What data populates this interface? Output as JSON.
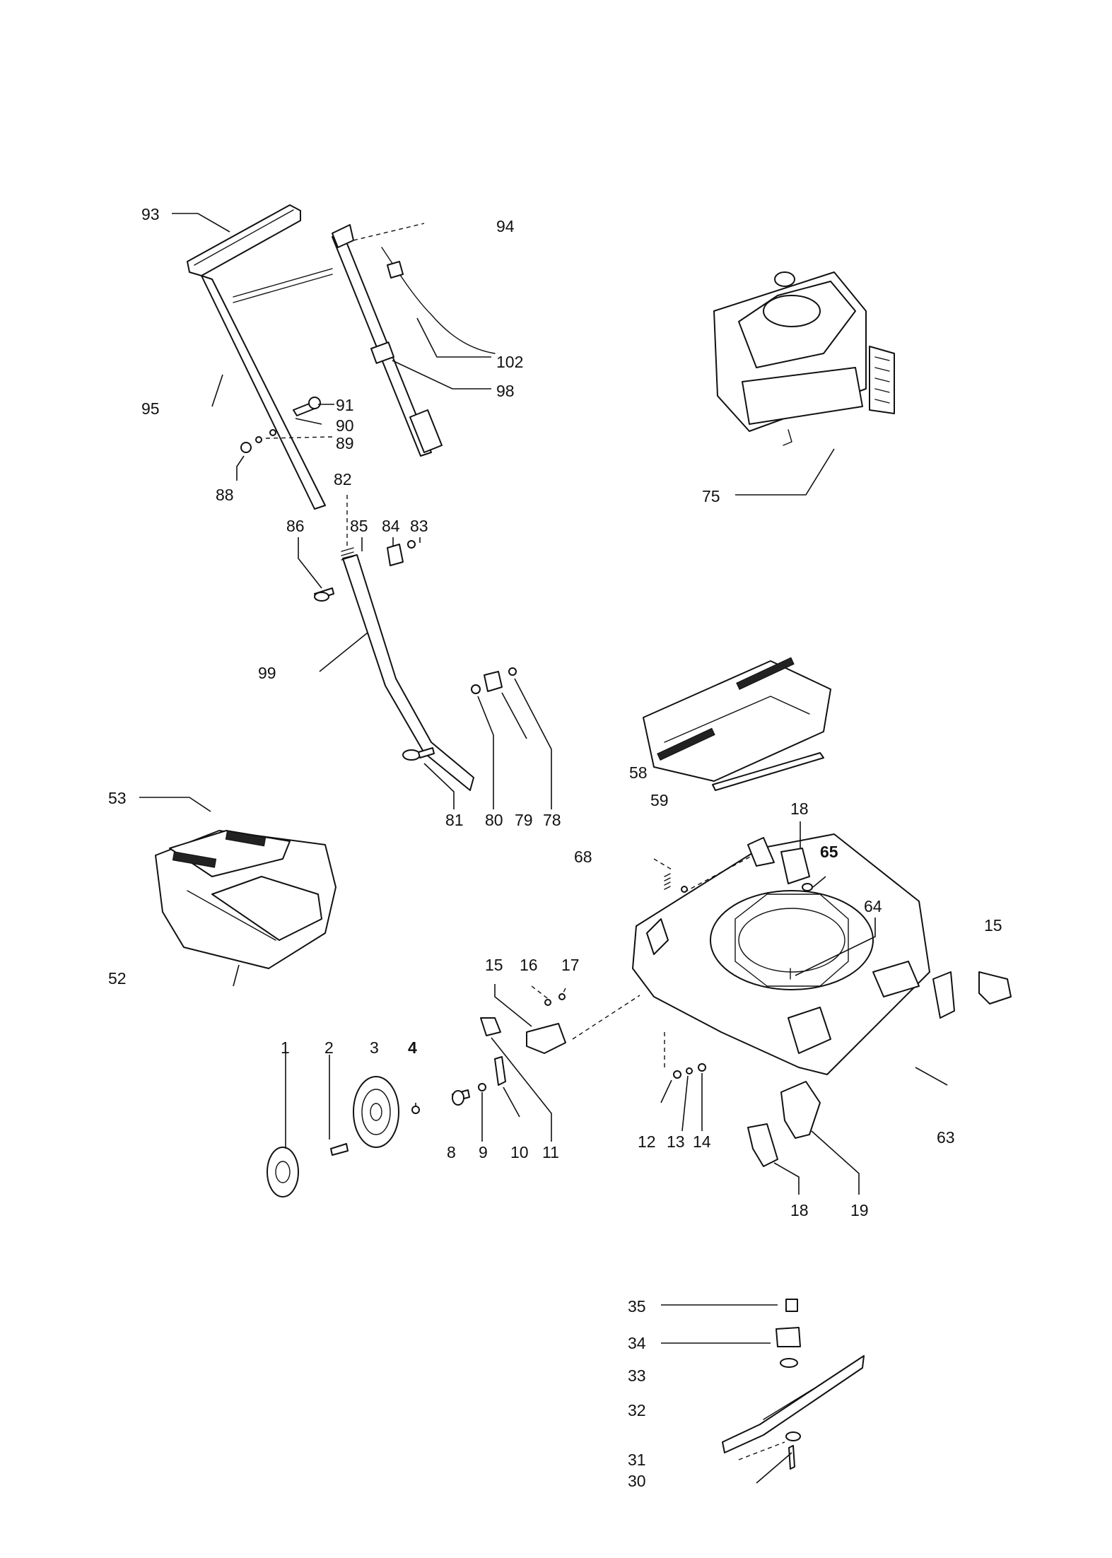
{
  "diagram": {
    "callouts": [
      "93",
      "94",
      "102",
      "98",
      "95",
      "91",
      "90",
      "89",
      "88",
      "82",
      "86",
      "85",
      "84",
      "83",
      "99",
      "81",
      "80",
      "79",
      "78",
      "75",
      "58",
      "59",
      "18",
      "65",
      "68",
      "64",
      "15",
      "53",
      "52",
      "16",
      "17",
      "1",
      "2",
      "3",
      "4",
      "8",
      "9",
      "10",
      "11",
      "12",
      "13",
      "14",
      "63",
      "19",
      "35",
      "34",
      "33",
      "32",
      "31",
      "30"
    ],
    "bold_callouts": [
      "4",
      "65"
    ],
    "second_callouts": {
      "label_15b": "15",
      "label_18b": "18"
    }
  }
}
